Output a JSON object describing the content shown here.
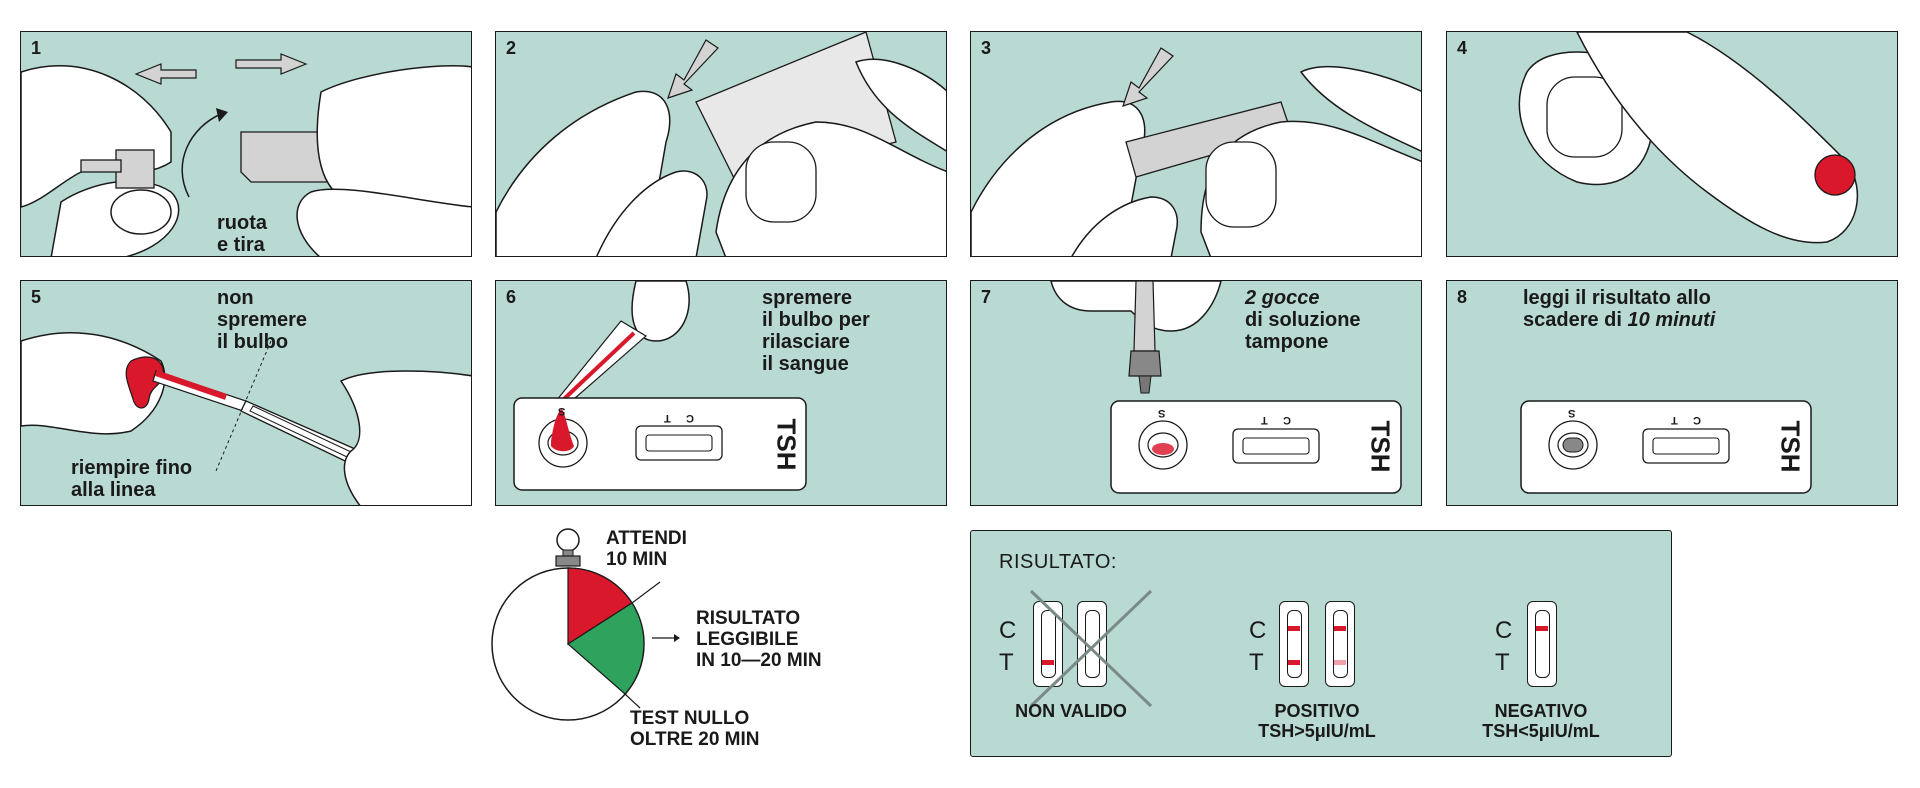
{
  "steps": [
    {
      "num": "1",
      "caption": "ruota\ne tira"
    },
    {
      "num": "2",
      "caption": ""
    },
    {
      "num": "3",
      "caption": ""
    },
    {
      "num": "4",
      "caption": ""
    },
    {
      "num": "5",
      "caption_top": "non\nspremere\nil bulbo",
      "caption_bottom": "riempire fino\nalla linea"
    },
    {
      "num": "6",
      "caption": "spremere\nil bulbo per\nrilasciare\nil sangue",
      "cassette_label": "TSH",
      "s": "S",
      "t": "T",
      "c": "C"
    },
    {
      "num": "7",
      "caption_em": "2 gocce",
      "caption": "di soluzione\ntampone",
      "cassette_label": "TSH",
      "s": "S",
      "t": "T",
      "c": "C"
    },
    {
      "num": "8",
      "caption_pre": "leggi il risultato allo\nscadere di ",
      "caption_em": "10 minuti",
      "cassette_label": "TSH",
      "s": "S",
      "t": "T",
      "c": "C"
    }
  ],
  "timer": {
    "wait": "ATTENDI\n10 MIN",
    "readable": "RISULTATO\nLEGGIBILE\nIN 10—20 MIN",
    "null": "TEST NULLO\nOLTRE 20 MIN"
  },
  "result": {
    "title": "RISULTATO:",
    "c": "C",
    "t": "T",
    "invalid": "NON VALIDO",
    "positive": "POSITIVO\nTSH>5μIU/mL",
    "negative": "NEGATIVO\nTSH<5μIU/mL"
  },
  "colors": {
    "panel": "#b9d9d3",
    "red": "#d9182c",
    "green": "#2fa35d",
    "gray": "#d3d3d3"
  }
}
